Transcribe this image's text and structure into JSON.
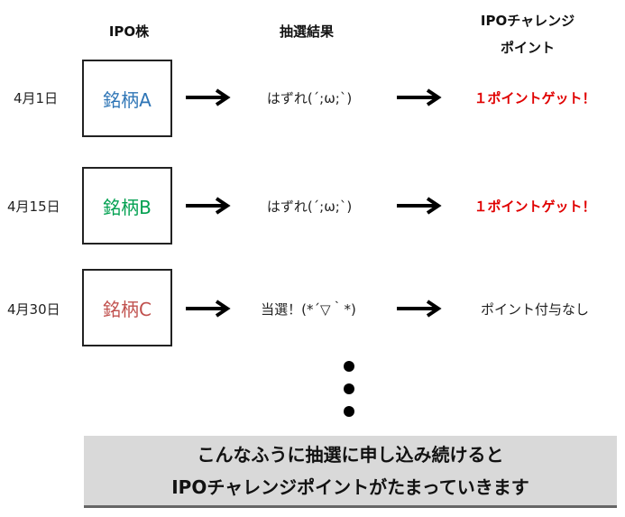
{
  "headers": {
    "ipo": "IPO株",
    "lottery": "抽選結果",
    "points_line1": "IPOチャレンジ",
    "points_line2": "ポイント"
  },
  "rows": [
    {
      "date": "4月1日",
      "stock": "銘柄A",
      "stock_color": "#2e75b6",
      "result": "はずれ(´;ω;`)",
      "points": "１ポイントゲット！",
      "points_color": "#e00000"
    },
    {
      "date": "4月15日",
      "stock": "銘柄B",
      "stock_color": "#00a050",
      "result": "はずれ(´;ω;`)",
      "points": "１ポイントゲット！",
      "points_color": "#e00000"
    },
    {
      "date": "4月30日",
      "stock": "銘柄C",
      "stock_color": "#c0504d",
      "result": "当選！(*´▽｀*)",
      "points": "ポイント付与なし",
      "points_color": "#222222"
    }
  ],
  "footer": {
    "line1": "こんなふうに抽選に申し込み続けると",
    "line2": "IPOチャレンジポイントがたまっていきます"
  }
}
